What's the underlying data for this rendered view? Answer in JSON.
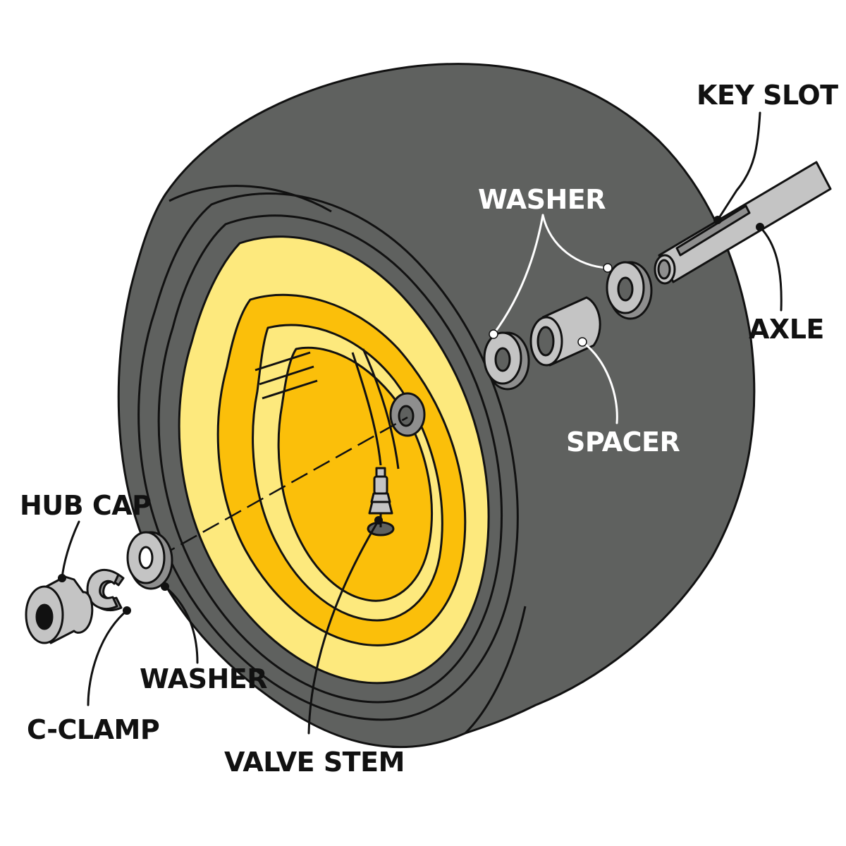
{
  "labels": {
    "key_slot": "KEY SLOT",
    "washer_back": "WASHER",
    "axle": "AXLE",
    "spacer": "SPACER",
    "hub_cap": "HUB CAP",
    "washer_front": "WASHER",
    "c_clamp": "C-CLAMP",
    "valve_stem": "VALVE STEM"
  },
  "colors": {
    "tire": "#5f615f",
    "rim_light": "#fde97d",
    "rim_deep": "#fbbf0a",
    "metal": "#c4c4c4",
    "metal_dark": "#8e8e8e",
    "outline": "#111111"
  }
}
